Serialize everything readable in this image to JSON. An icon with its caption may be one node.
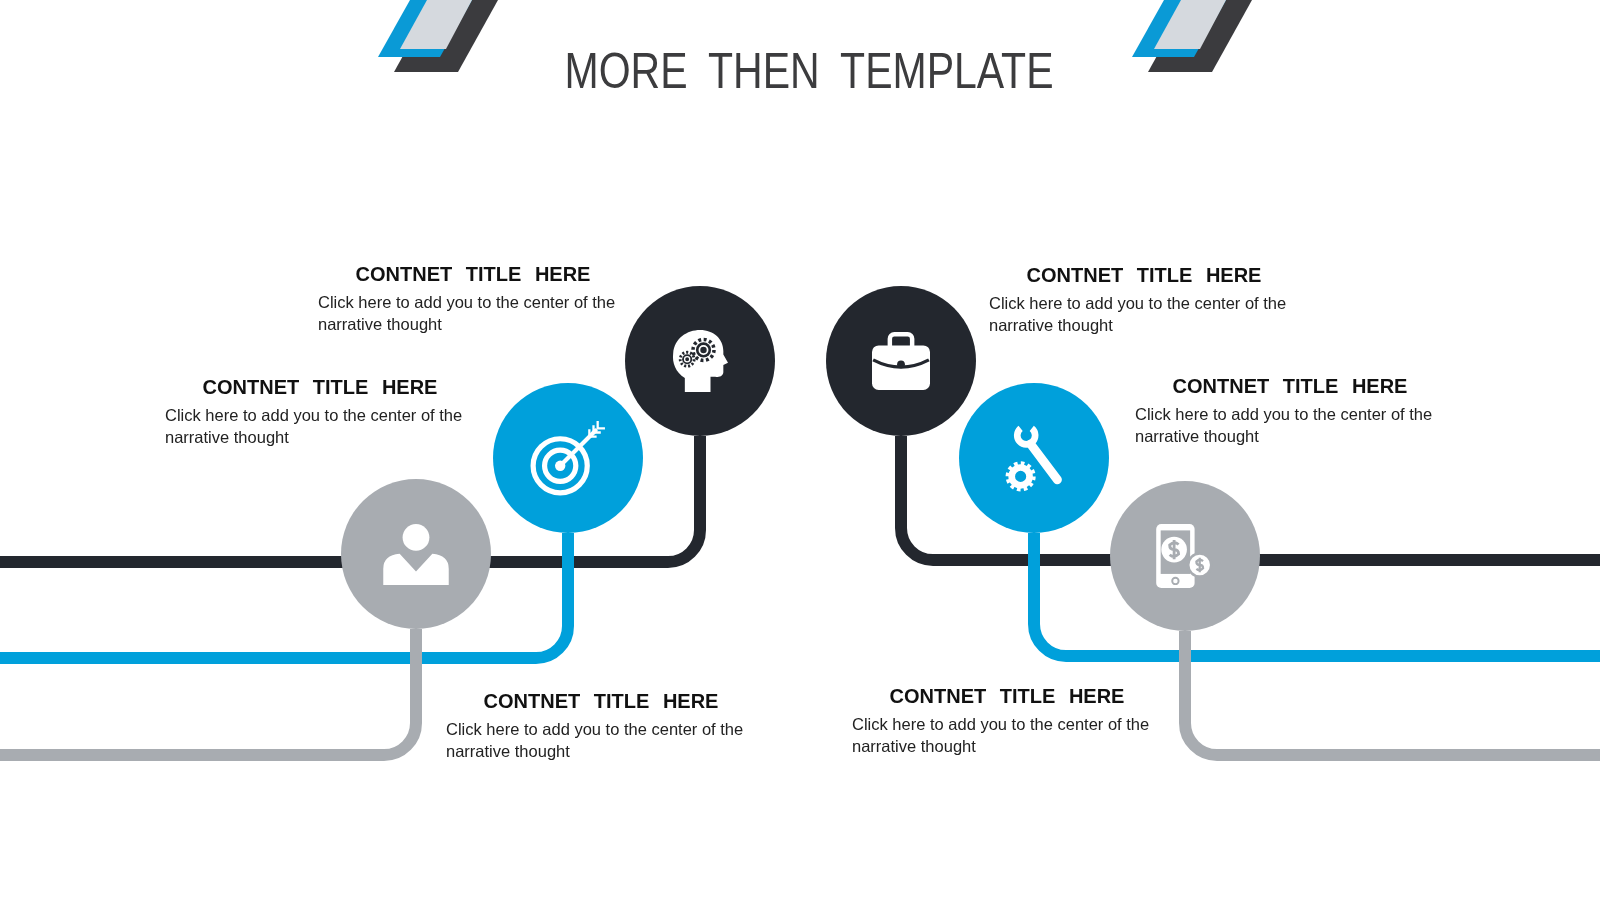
{
  "diagram": {
    "title": "MORE THEN TEMPLATE",
    "nodes": [
      {
        "text": [],
        "shape": "circle",
        "beside": [
          "CONTNET TITLE HERE",
          "Click here to add you to the center of the narrative thought"
        ]
      },
      {
        "text": [],
        "shape": "circle",
        "beside": [
          "CONTNET TITLE HERE",
          "Click here to add you to the center of the narrative thought"
        ]
      },
      {
        "text": [],
        "shape": "circle",
        "beside": [
          "CONTNET TITLE HERE",
          "Click here to add you to the center of the narrative thought"
        ]
      },
      {
        "text": [],
        "shape": "circle",
        "beside": [
          "CONTNET TITLE HERE",
          "Click here to add you to the center of the narrative thought"
        ]
      },
      {
        "text": [],
        "shape": "circle",
        "beside": [
          "CONTNET TITLE HERE",
          "Click here to add you to the center of the narrative thought"
        ]
      },
      {
        "text": [],
        "shape": "circle",
        "beside": [
          "CONTNET TITLE HERE",
          "Click here to add you to the center of the narrative thought"
        ]
      }
    ],
    "edges": [
      {
        "from": null,
        "to": 0,
        "arrow": "none",
        "color": "#a8acb1"
      },
      {
        "from": null,
        "to": 1,
        "arrow": "none",
        "color": "#00a0db"
      },
      {
        "from": null,
        "to": 2,
        "arrow": "none",
        "color": "#23272e"
      },
      {
        "from": null,
        "to": 3,
        "arrow": "none",
        "color": "#23272e"
      },
      {
        "from": null,
        "to": 4,
        "arrow": "none",
        "color": "#00a0db"
      },
      {
        "from": null,
        "to": 5,
        "arrow": "none",
        "color": "#a8acb1"
      }
    ]
  }
}
